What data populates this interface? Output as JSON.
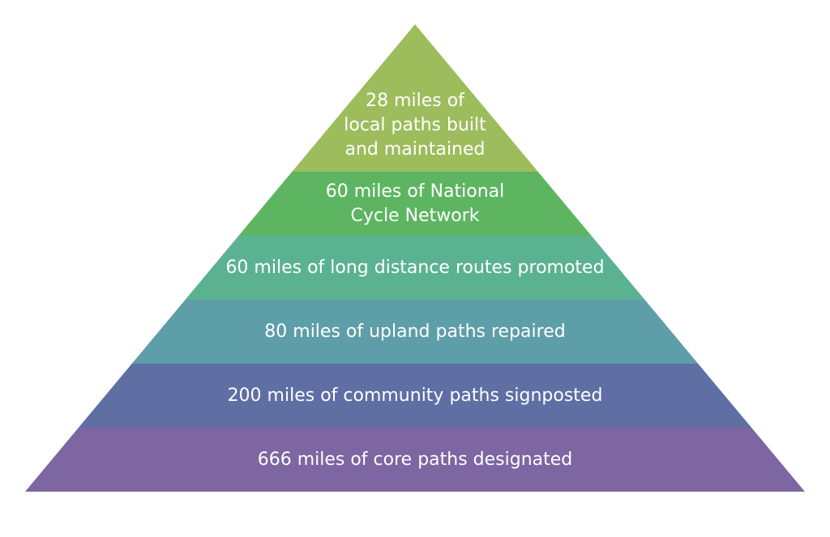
{
  "pyramid": {
    "tiers": [
      {
        "label": "28 miles of\nlocal paths built\nand maintained",
        "color": "#9dbd5d"
      },
      {
        "label": "60 miles of National\nCycle Network",
        "color": "#5db561"
      },
      {
        "label": "60 miles of long distance routes promoted",
        "color": "#5bb291"
      },
      {
        "label": "80 miles of upland paths repaired",
        "color": "#5e9ea8"
      },
      {
        "label": "200 miles of community paths signposted",
        "color": "#5f6fa4"
      },
      {
        "label": "666 miles of core paths designated",
        "color": "#7d66a2"
      }
    ]
  }
}
